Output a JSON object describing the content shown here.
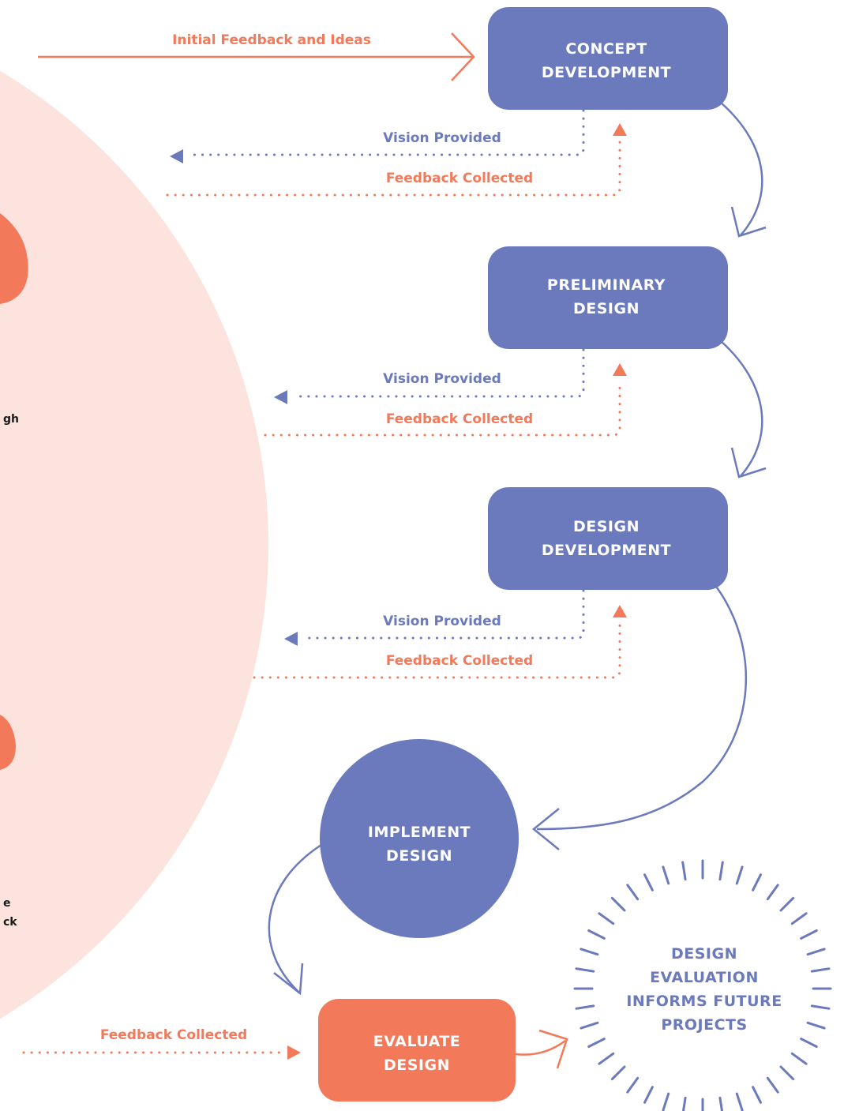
{
  "colors": {
    "blue": "#6b79bd",
    "orange": "#f2795a",
    "background_circle": "#fde3de"
  },
  "labels": {
    "initial_feedback": "Initial Feedback and Ideas",
    "vision_provided": "Vision Provided",
    "feedback_collected": "Feedback Collected"
  },
  "stages": {
    "concept": [
      "CONCEPT",
      "DEVELOPMENT"
    ],
    "preliminary": [
      "PRELIMINARY",
      "DESIGN"
    ],
    "design_dev": [
      "DESIGN",
      "DEVELOPMENT"
    ],
    "implement": [
      "IMPLEMENT",
      "DESIGN"
    ],
    "evaluate": [
      "EVALUATE",
      "DESIGN"
    ],
    "informs": [
      "DESIGN",
      "EVALUATION",
      "INFORMS FUTURE",
      "PROJECTS"
    ]
  },
  "side_fragments": [
    "gh",
    "e",
    "ck"
  ]
}
